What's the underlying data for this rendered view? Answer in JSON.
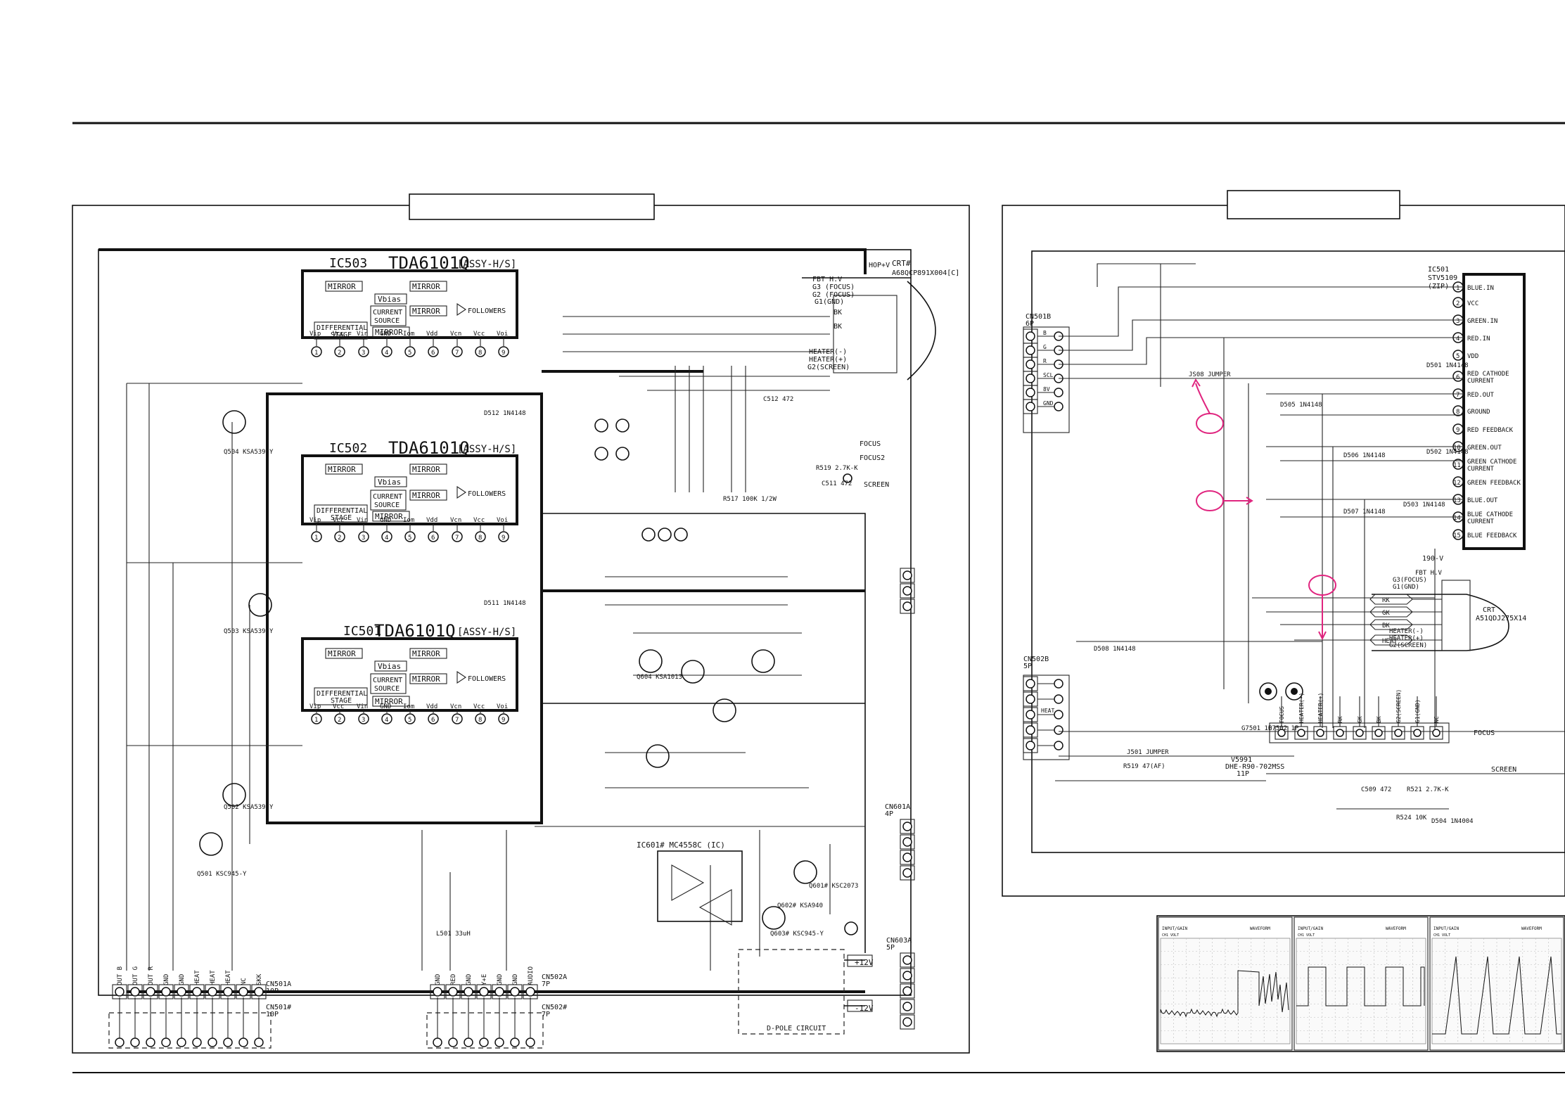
{
  "left_panel": {
    "ics": [
      {
        "ref": "IC503",
        "part": "TDA6101Q",
        "assy": "[ASSY-H/S]"
      },
      {
        "ref": "IC502",
        "part": "TDA6101Q",
        "assy": "[ASSY-H/S]"
      },
      {
        "ref": "IC501",
        "part": "TDA6101Q",
        "assy": "[ASSY-H/S]"
      }
    ],
    "ic_blocks": {
      "mirror": "MIRROR",
      "vbias": "Vbias",
      "current": "CURRENT",
      "source": "SOURCE",
      "diff": "DIFFERENTIAL",
      "stage": "STAGE",
      "followers": "FOLLOWERS"
    },
    "ic_pins": [
      "Vip",
      "Vcc",
      "Vin",
      "GND",
      "Iom",
      "Vdd",
      "Vcn",
      "Vcc",
      "Voi"
    ],
    "pin_numbers": [
      "1",
      "2",
      "3",
      "4",
      "5",
      "6",
      "7",
      "8",
      "9"
    ],
    "crt": {
      "ref": "CRT#",
      "part": "A68QCP891X004[C]",
      "pins": [
        "FBT H.V",
        "G3 (FOCUS)",
        "G2 (FOCUS)",
        "G1(GND)",
        "BK",
        "BK",
        "HEATER(-)",
        "HEATER(+)",
        "G2(SCREEN)"
      ]
    },
    "power": "HOP+V",
    "labels_right": [
      "FOCUS",
      "FOCUS2",
      "SCREEN"
    ],
    "connectors": [
      {
        "ref": "CN501A",
        "pins": "10P"
      },
      {
        "ref": "CN501#",
        "pins": "10P"
      },
      {
        "ref": "CN502A",
        "pins": "7P"
      },
      {
        "ref": "CN502#",
        "pins": "7P"
      },
      {
        "ref": "CN601A",
        "pins": "4P"
      },
      {
        "ref": "CN603A",
        "pins": "5P"
      }
    ],
    "cn501_pins": [
      "OUT B",
      "OUT G",
      "OUT R",
      "GND",
      "GND",
      "HEAT",
      "HEAT",
      "HEAT",
      "NC",
      "SKK"
    ],
    "cn502_pins": [
      "GND",
      "RED",
      "GND",
      "Y+E",
      "GND",
      "GND",
      "AUDIO"
    ],
    "ic601": "IC601# MC4558C (IC)",
    "dpole": "D-POLE CIRCUIT",
    "rails": [
      "+12V",
      "-12V"
    ],
    "components": [
      "Q504 KSA539-Y",
      "Q503 KSA539-Y",
      "Q502 KSA539-Y",
      "Q501 KSC945-Y",
      "Q601# KSC2073",
      "Q602# KSA940",
      "Q603# KSC945-Y",
      "Q604 KSA1013",
      "D512 1N4148",
      "D511 1N4148",
      "R517 100K 1/2W",
      "R519 2.7K-K",
      "C511 472",
      "C512 472",
      "L501 33uH"
    ]
  },
  "right_panel": {
    "ic": {
      "ref": "IC501",
      "part": "STV5109",
      "pkg": "(ZIP)"
    },
    "ic_pins": [
      {
        "n": "1",
        "label": "BLUE.IN"
      },
      {
        "n": "2",
        "label": "VCC"
      },
      {
        "n": "3",
        "label": "GREEN.IN"
      },
      {
        "n": "4",
        "label": "RED.IN"
      },
      {
        "n": "5",
        "label": "VDD"
      },
      {
        "n": "6",
        "label": "RED CATHODE CURRENT"
      },
      {
        "n": "7",
        "label": "RED.OUT"
      },
      {
        "n": "8",
        "label": "GROUND"
      },
      {
        "n": "9",
        "label": "RED FEEDBACK"
      },
      {
        "n": "10",
        "label": "GREEN.OUT"
      },
      {
        "n": "11",
        "label": "GREEN CATHODE CURRENT"
      },
      {
        "n": "12",
        "label": "GREEN FEEDBACK"
      },
      {
        "n": "13",
        "label": "BLUE.OUT"
      },
      {
        "n": "14",
        "label": "BLUE CATHODE CURRENT"
      },
      {
        "n": "15",
        "label": "BLUE FEEDBACK"
      }
    ],
    "cn501b": {
      "ref": "CN501B",
      "pins": "6P",
      "labels": [
        "B",
        "G",
        "R",
        "SCL",
        "8V",
        "GND"
      ]
    },
    "cn502b": {
      "ref": "CN502B",
      "pins": "5P",
      "labels": [
        "",
        "",
        "HEAT",
        "",
        ""
      ]
    },
    "crt": {
      "ref": "CRT",
      "part": "A51QDJ275X14",
      "labels": [
        "FBT H.V",
        "G3(FOCUS)",
        "G1(GND)",
        "HEATER(-)",
        "HEATER(+)",
        "G2(SCREEN)"
      ]
    },
    "crt_lines": [
      "RK",
      "GK",
      "BK",
      "HEAT"
    ],
    "socket": {
      "ref": "V5991",
      "part": "DHE-R90-702MSS",
      "pins": "11P"
    },
    "socket_pins": [
      "FOCUS",
      "HEATER(-)",
      "HEATER(+)",
      "RK",
      "GK",
      "BK",
      "G2(SCREEN)",
      "G1(GND)",
      "NC"
    ],
    "labels_right": [
      "FOCUS",
      "SCREEN"
    ],
    "hv": "190-V",
    "components": [
      "D501 1N4148",
      "D502 1N4148",
      "D503 1N4148",
      "D505 1N4148",
      "D506 1N4148",
      "D507 1N4148",
      "D508 1N4148",
      "R521 2.7K-K",
      "C509 472",
      "D504 1N4004",
      "R524 10K",
      "R519 47(AF)",
      "J501 JUMPER",
      "JS08 JUMPER",
      "G7501 1P",
      "G7502 1P"
    ]
  },
  "waveforms": [
    {
      "header_left": "INPUT/GAIN",
      "header_right": "WAVEFORM",
      "sub": "CH1 VOLT"
    },
    {
      "header_left": "INPUT/GAIN",
      "header_right": "WAVEFORM",
      "sub": "CH1 VOLT"
    },
    {
      "header_left": "INPUT/GAIN",
      "header_right": "WAVEFORM",
      "sub": "CH1 VOLT"
    }
  ]
}
